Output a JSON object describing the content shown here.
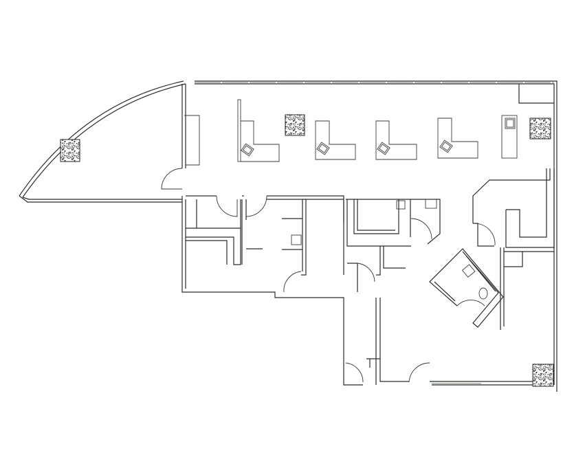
{
  "diagram": {
    "type": "floor-plan",
    "line_color": "#2a2a2a",
    "background": "#ffffff",
    "plants": 4,
    "workstations": 5
  }
}
